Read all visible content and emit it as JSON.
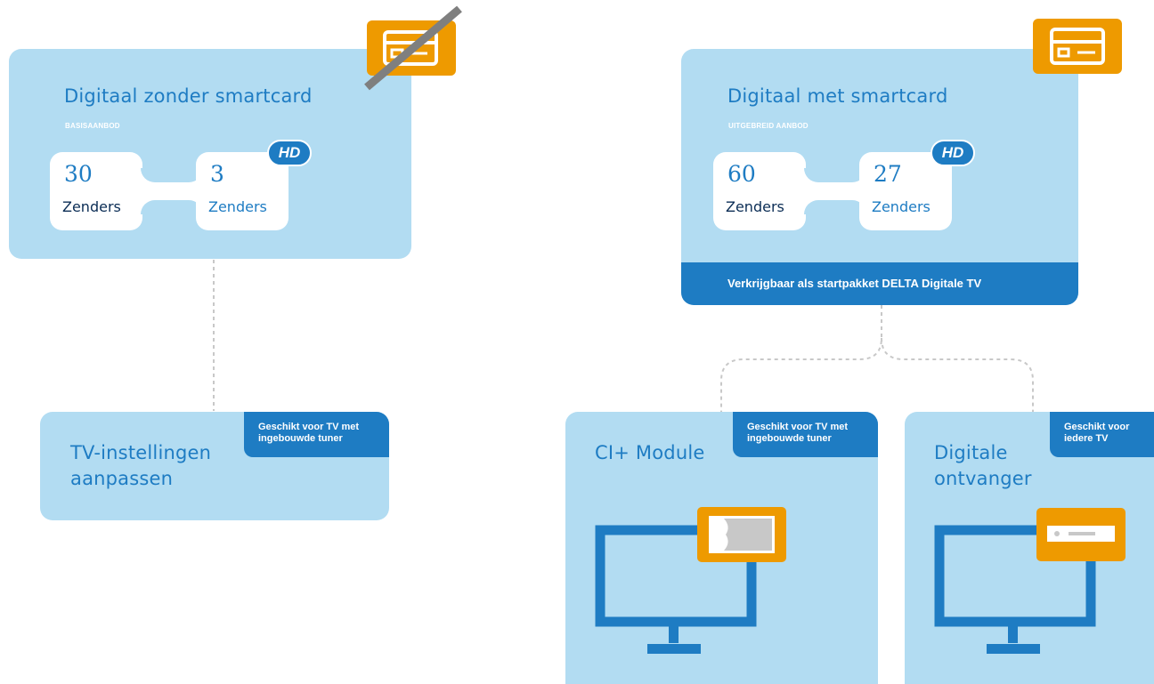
{
  "colors": {
    "card": "#b2dcf2",
    "blue": "#1e7cc3",
    "navy": "#0b2d55",
    "orange": "#ee9a00",
    "gray": "#7f7f7f"
  },
  "left_offer": {
    "title": "Digitaal zonder smartcard",
    "subtitle": "BASISAANBOD",
    "icon": "smartcard-crossed-icon",
    "channels": {
      "count": "30",
      "label": "Zenders"
    },
    "hd_channels": {
      "count": "3",
      "label": "Zenders",
      "badge": "HD"
    }
  },
  "right_offer": {
    "title": "Digitaal met smartcard",
    "subtitle": "UITGEBREID AANBOD",
    "icon": "smartcard-icon",
    "channels": {
      "count": "60",
      "label": "Zenders"
    },
    "hd_channels": {
      "count": "27",
      "label": "Zenders",
      "badge": "HD"
    },
    "footer": "Verkrijgbaar als startpakket DELTA Digitale TV"
  },
  "tv_settings": {
    "title_line1": "TV-instellingen",
    "title_line2": "aanpassen",
    "badge_line1": "Geschikt voor TV met",
    "badge_line2": "ingebouwde tuner"
  },
  "ci_module": {
    "title": "CI+ Module",
    "badge_line1": "Geschikt voor TV met",
    "badge_line2": "ingebouwde tuner",
    "icon": "tv-with-ci-module-icon"
  },
  "receiver": {
    "title_line1": "Digitale",
    "title_line2": "ontvanger",
    "badge_line1": "Geschikt voor",
    "badge_line2": "iedere TV",
    "icon": "tv-with-receiver-icon"
  }
}
